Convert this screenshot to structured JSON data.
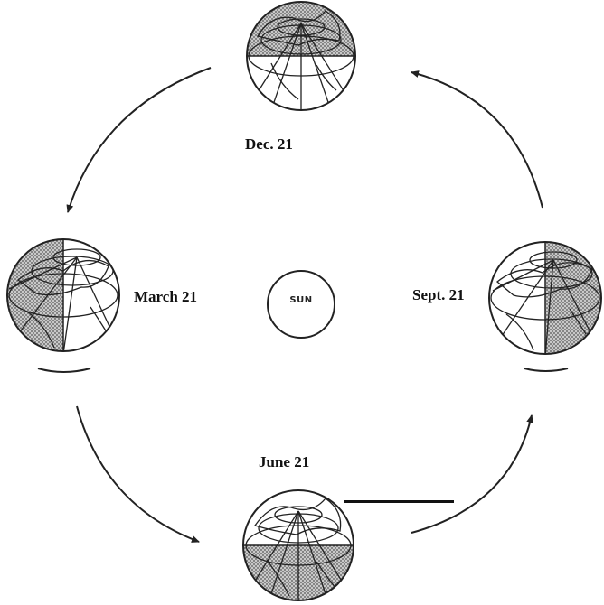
{
  "labels": {
    "dec": "Dec. 21",
    "march": "March 21",
    "sept": "Sept. 21",
    "june": "June 21",
    "sun": "SUN"
  },
  "colors": {
    "ink": "#222222",
    "shade": "#9a9a9a",
    "background": "#ffffff"
  }
}
